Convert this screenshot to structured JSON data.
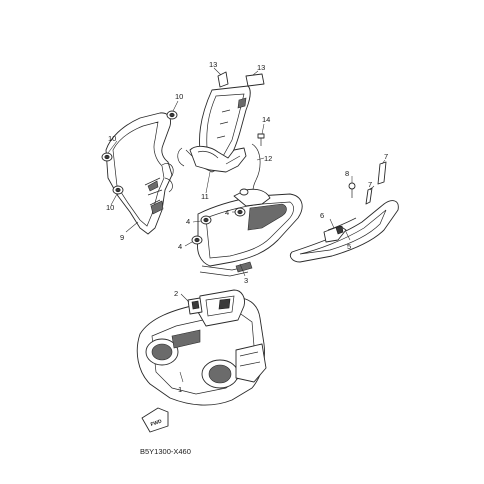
{
  "diagram_code": "B5Y1300-X460",
  "fwd_label": "FWD",
  "callouts": {
    "p1": "1",
    "p2": "2",
    "p3": "3",
    "p4a": "4",
    "p4b": "4",
    "p4c": "4",
    "p5": "5",
    "p6": "6",
    "p7a": "7",
    "p7b": "7",
    "p8": "8",
    "p9": "9",
    "p10a": "10",
    "p10b": "10",
    "p10c": "10",
    "p11": "11",
    "p12": "12",
    "p13a": "13",
    "p13b": "13",
    "p14": "14"
  }
}
